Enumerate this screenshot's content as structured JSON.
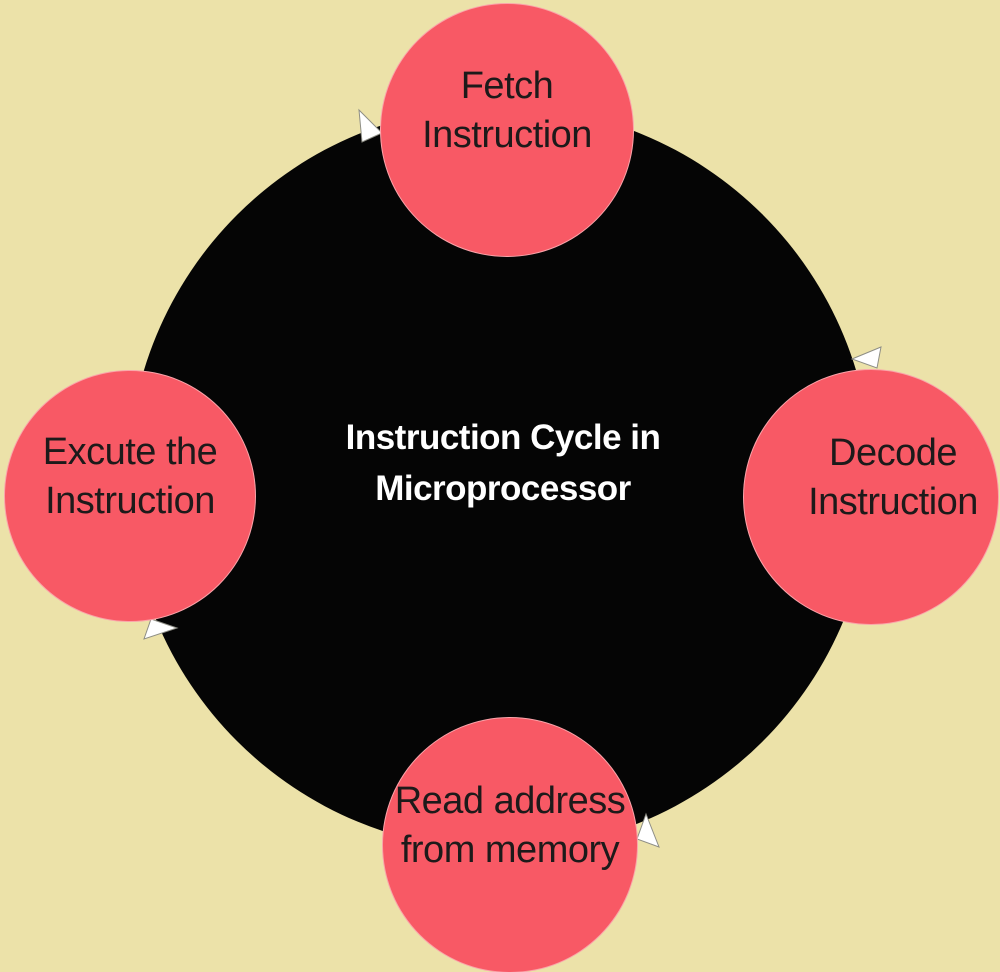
{
  "diagram": {
    "title": {
      "text": "Instruction Cycle in Microprocessor",
      "lines": [
        "Instruction Cycle in",
        "Microprocessor"
      ]
    },
    "nodes": [
      {
        "id": "fetch-instruction",
        "position": "top",
        "label": "Fetch Instruction",
        "lines": [
          "Fetch",
          "Instruction"
        ]
      },
      {
        "id": "decode-instruction",
        "position": "right",
        "label": "Decode Instruction",
        "lines": [
          "Decode",
          "Instruction"
        ]
      },
      {
        "id": "read-address",
        "position": "bottom",
        "label": "Read address from memory",
        "lines": [
          "Read address",
          "from memory"
        ]
      },
      {
        "id": "execute-instruction",
        "position": "left",
        "label": "Excute the Instruction",
        "lines": [
          "Excute the",
          "Instruction"
        ]
      }
    ],
    "arrowheads": [
      {
        "name": "upper-left",
        "near_node": "fetch-instruction"
      },
      {
        "name": "upper-right",
        "near_node": "decode-instruction"
      },
      {
        "name": "lower-right",
        "near_node": "read-address"
      },
      {
        "name": "lower-left",
        "near_node": "execute-instruction"
      }
    ],
    "colors": {
      "background": "#ece2a9",
      "cycle_circle": "#050505",
      "node_fill": "#f85965",
      "node_text": "#1d1a1a",
      "title_text": "#ffffff",
      "arrow_fill": "#ffffff"
    }
  }
}
